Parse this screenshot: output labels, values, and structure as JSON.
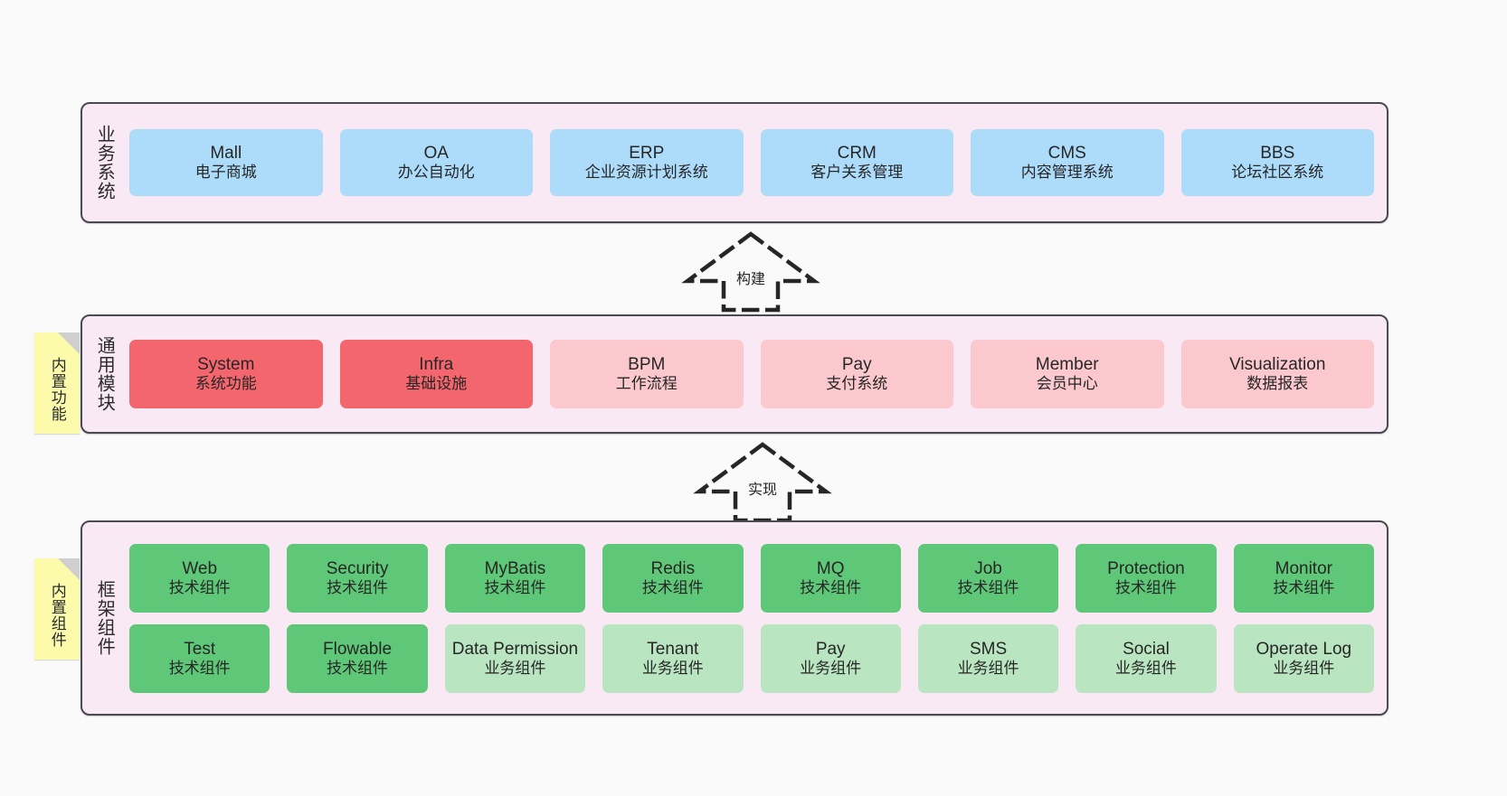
{
  "colors": {
    "canvas": "#fafafa",
    "container_bg": "#f9e9f4",
    "container_border": "#4a4a52",
    "blue": "#addcfb",
    "red": "#f4666e",
    "pink": "#fbc8ce",
    "green": "#5fc878",
    "light_green": "#b9e6c0",
    "note_yellow": "#fbfbab",
    "note_fold": "#cfcfcf"
  },
  "sections": {
    "business": {
      "label": "业务系统",
      "nodes": [
        {
          "en": "Mall",
          "cn": "电子商城"
        },
        {
          "en": "OA",
          "cn": "办公自动化"
        },
        {
          "en": "ERP",
          "cn": "企业资源计划系统"
        },
        {
          "en": "CRM",
          "cn": "客户关系管理"
        },
        {
          "en": "CMS",
          "cn": "内容管理系统"
        },
        {
          "en": "BBS",
          "cn": "论坛社区系统"
        }
      ]
    },
    "common": {
      "label": "通用模块",
      "note": "内置功能",
      "nodes": [
        {
          "en": "System",
          "cn": "系统功能"
        },
        {
          "en": "Infra",
          "cn": "基础设施"
        },
        {
          "en": "BPM",
          "cn": "工作流程"
        },
        {
          "en": "Pay",
          "cn": "支付系统"
        },
        {
          "en": "Member",
          "cn": "会员中心"
        },
        {
          "en": "Visualization",
          "cn": "数据报表"
        }
      ]
    },
    "framework": {
      "label": "框架组件",
      "note": "内置组件",
      "row1": [
        {
          "en": "Web",
          "cn": "技术组件"
        },
        {
          "en": "Security",
          "cn": "技术组件"
        },
        {
          "en": "MyBatis",
          "cn": "技术组件"
        },
        {
          "en": "Redis",
          "cn": "技术组件"
        },
        {
          "en": "MQ",
          "cn": "技术组件"
        },
        {
          "en": "Job",
          "cn": "技术组件"
        },
        {
          "en": "Protection",
          "cn": "技术组件"
        },
        {
          "en": "Monitor",
          "cn": "技术组件"
        }
      ],
      "row2": [
        {
          "en": "Test",
          "cn": "技术组件"
        },
        {
          "en": "Flowable",
          "cn": "技术组件"
        },
        {
          "en": "Data Permission",
          "cn": "业务组件"
        },
        {
          "en": "Tenant",
          "cn": "业务组件"
        },
        {
          "en": "Pay",
          "cn": "业务组件"
        },
        {
          "en": "SMS",
          "cn": "业务组件"
        },
        {
          "en": "Social",
          "cn": "业务组件"
        },
        {
          "en": "Operate Log",
          "cn": "业务组件"
        }
      ]
    }
  },
  "arrows": {
    "build": "构建",
    "implement": "实现"
  }
}
